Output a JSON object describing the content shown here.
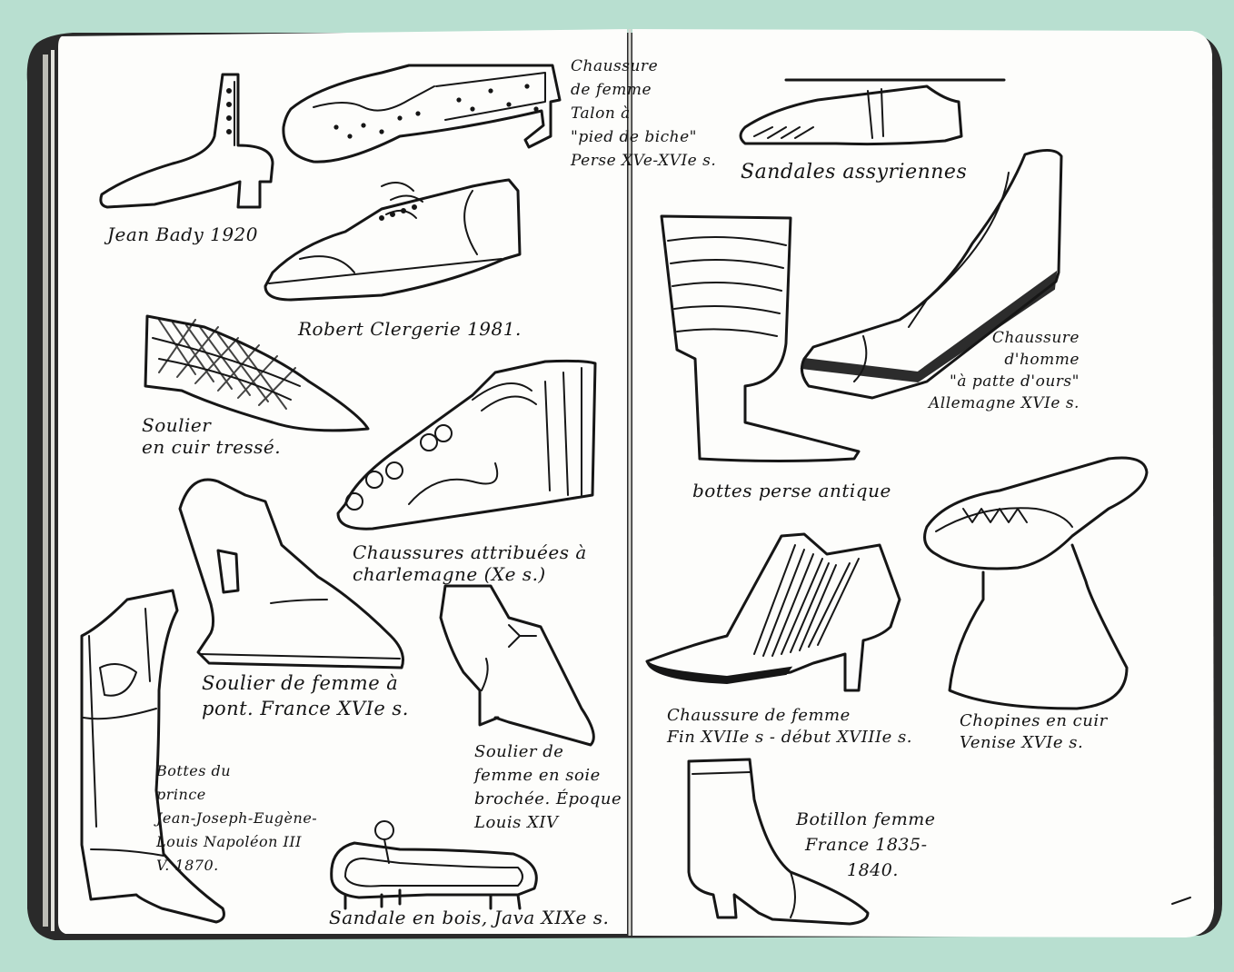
{
  "colors": {
    "background": "#b8dfd0",
    "paper": "#fdfdfb",
    "ink": "#161616",
    "binding": "#2a2a2a"
  },
  "left_page": {
    "shoes": [
      {
        "id": "jean-bady",
        "lines": [
          "Jean Bady 1920"
        ]
      },
      {
        "id": "chaussure-perse",
        "lines": [
          "Chaussure",
          "de femme",
          "Talon à",
          "\"pied de biche\"",
          "Perse XVe-XVIe s."
        ]
      },
      {
        "id": "robert-clergerie",
        "lines": [
          "Robert Clergerie 1981."
        ]
      },
      {
        "id": "soulier-tresse",
        "lines": [
          "Soulier",
          "en cuir tressé."
        ]
      },
      {
        "id": "charlemagne",
        "lines": [
          "Chaussures attribuées à",
          "charlemagne (Xe s.)"
        ]
      },
      {
        "id": "soulier-pont",
        "lines": [
          "Soulier de femme à",
          "pont. France XVIe s."
        ]
      },
      {
        "id": "soulier-soie",
        "lines": [
          "Soulier de",
          "femme en soie",
          "brochée. Époque",
          "Louis XIV"
        ]
      },
      {
        "id": "bottes-prince",
        "lines": [
          "Bottes du",
          "prince",
          "Jean-Joseph-Eugène-",
          "Louis Napoléon III",
          "V. 1870."
        ]
      },
      {
        "id": "sandale-java",
        "lines": [
          "Sandale en bois, Java XIXe s."
        ]
      }
    ]
  },
  "right_page": {
    "shoes": [
      {
        "id": "sandales-assyriennes",
        "lines": [
          "Sandales assyriennes"
        ]
      },
      {
        "id": "patte-ours",
        "lines": [
          "Chaussure",
          "d'homme",
          "\"à patte d'ours\"",
          "Allemagne XVIe s."
        ]
      },
      {
        "id": "bottes-perse",
        "lines": [
          "bottes perse antique"
        ]
      },
      {
        "id": "fin-xvii",
        "lines": [
          "Chaussure de femme",
          "Fin XVIIe s - début XVIIIe s."
        ]
      },
      {
        "id": "chopines",
        "lines": [
          "Chopines en cuir",
          "Venise XVIe s."
        ]
      },
      {
        "id": "botillon",
        "lines": [
          "Botillon femme",
          "France 1835-",
          "1840."
        ]
      }
    ]
  }
}
